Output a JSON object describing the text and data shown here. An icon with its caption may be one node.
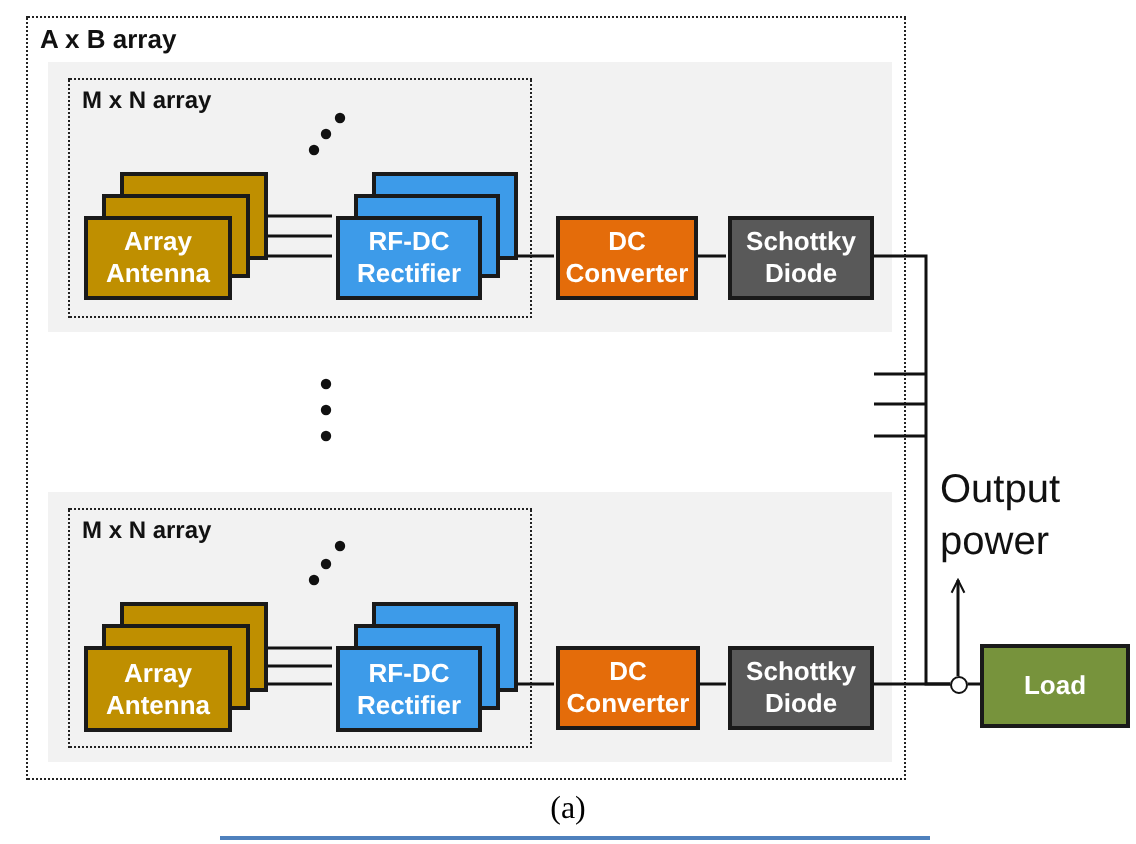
{
  "diagram": {
    "caption": "(a)",
    "nodes": [
      {
        "text": [
          "A x B array"
        ]
      },
      {
        "text": [],
        "shape": "box",
        "in": 0
      },
      {
        "text": [
          "M x N array"
        ],
        "in": 1
      },
      {
        "text": [
          "Array Antenna"
        ],
        "in": 2
      },
      {
        "text": [
          "RF-DC Rectifier"
        ],
        "in": 2
      },
      {
        "text": [
          "DC Converter"
        ],
        "in": 1
      },
      {
        "text": [
          "Schottky Diode"
        ],
        "in": 1
      },
      {
        "text": [],
        "shape": "box",
        "in": 0
      },
      {
        "text": [
          "M x N array"
        ],
        "in": 7
      },
      {
        "text": [
          "Array Antenna"
        ],
        "in": 8
      },
      {
        "text": [
          "RF-DC Rectifier"
        ],
        "in": 8
      },
      {
        "text": [
          "DC Converter"
        ],
        "in": 7
      },
      {
        "text": [
          "Schottky Diode"
        ],
        "in": 7
      },
      {
        "text": [
          "Load"
        ]
      },
      {
        "text": [],
        "shape": "circle"
      },
      {
        "text": [
          "Output power"
        ]
      }
    ],
    "edges": [
      {
        "from": 3,
        "to": 4,
        "arrow": "none"
      },
      {
        "from": 3,
        "to": 4,
        "arrow": "none"
      },
      {
        "from": 3,
        "to": 4,
        "arrow": "none"
      },
      {
        "from": 4,
        "to": 5,
        "arrow": "none"
      },
      {
        "from": 5,
        "to": 6,
        "arrow": "none"
      },
      {
        "from": 6,
        "to": 14,
        "arrow": "none"
      },
      {
        "from": 9,
        "to": 10,
        "arrow": "none"
      },
      {
        "from": 9,
        "to": 10,
        "arrow": "none"
      },
      {
        "from": 9,
        "to": 10,
        "arrow": "none"
      },
      {
        "from": 10,
        "to": 11,
        "arrow": "none"
      },
      {
        "from": 11,
        "to": 12,
        "arrow": "none"
      },
      {
        "from": 12,
        "to": 14,
        "arrow": "none"
      },
      {
        "from": 14,
        "to": 13,
        "arrow": "none"
      },
      {
        "from": 14,
        "to": 15,
        "arrow": "to"
      }
    ]
  }
}
